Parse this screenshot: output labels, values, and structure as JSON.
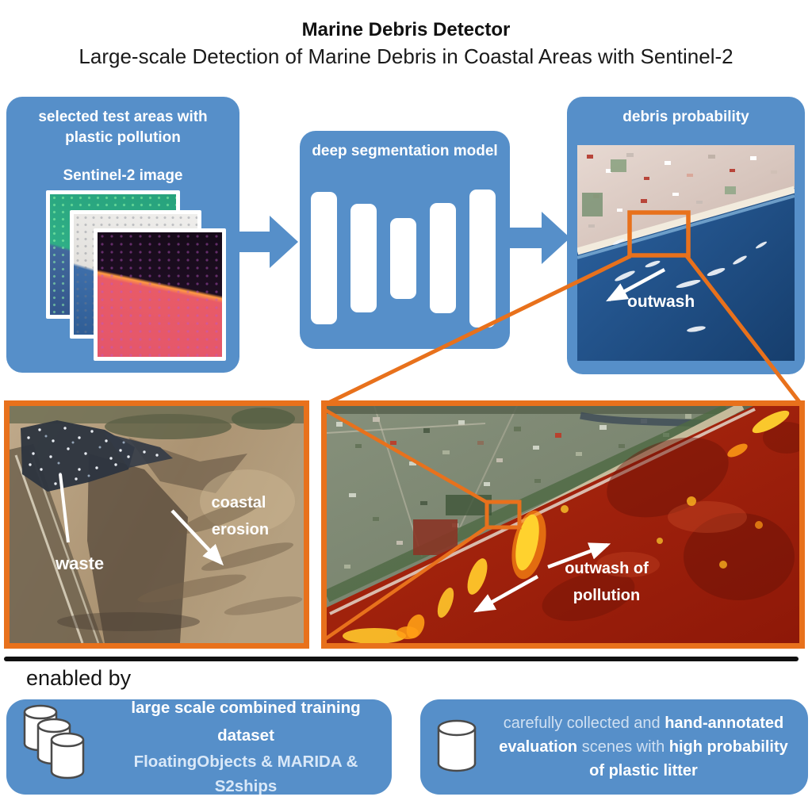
{
  "header": {
    "title": "Marine Debris Detector",
    "subtitle": "Large-scale Detection of Marine Debris in Coastal Areas with Sentinel-2"
  },
  "pipeline": {
    "test_areas_box": {
      "title": "selected test areas with plastic pollution",
      "image_label": "Sentinel-2 image"
    },
    "model_box": {
      "title": "deep segmentation model"
    },
    "probability_box": {
      "title": "debris probability",
      "annotation": "outwash"
    }
  },
  "detail_views": {
    "waste_site": {
      "label_waste": "waste",
      "label_erosion_line1": "coastal",
      "label_erosion_line2": "erosion"
    },
    "pollution_map": {
      "annotation_line1": "outwash of",
      "annotation_line2": "pollution"
    }
  },
  "footer": {
    "enabled_by_label": "enabled by",
    "training_box": {
      "line1": "large scale combined training dataset",
      "line2": "FloatingObjects & MARIDA & S2ships"
    },
    "evaluation_box": {
      "line1": [
        {
          "text": "carefully collected and ",
          "style": "regular"
        },
        {
          "text": "hand-annotated",
          "style": "bold"
        }
      ],
      "line2": [
        {
          "text": "evaluation",
          "style": "bold"
        },
        {
          "text": " scenes with ",
          "style": "regular"
        },
        {
          "text": "high probability",
          "style": "bold"
        }
      ],
      "line3": [
        {
          "text": "of plastic litter",
          "style": "bold"
        }
      ]
    }
  },
  "colors": {
    "box_blue": "#568fc9",
    "accent_orange": "#e8711c",
    "ocean_blue": "#1d4e82",
    "heat_red": "#a02410",
    "heat_yellow": "#ffd22e",
    "divider_black": "#101010"
  }
}
